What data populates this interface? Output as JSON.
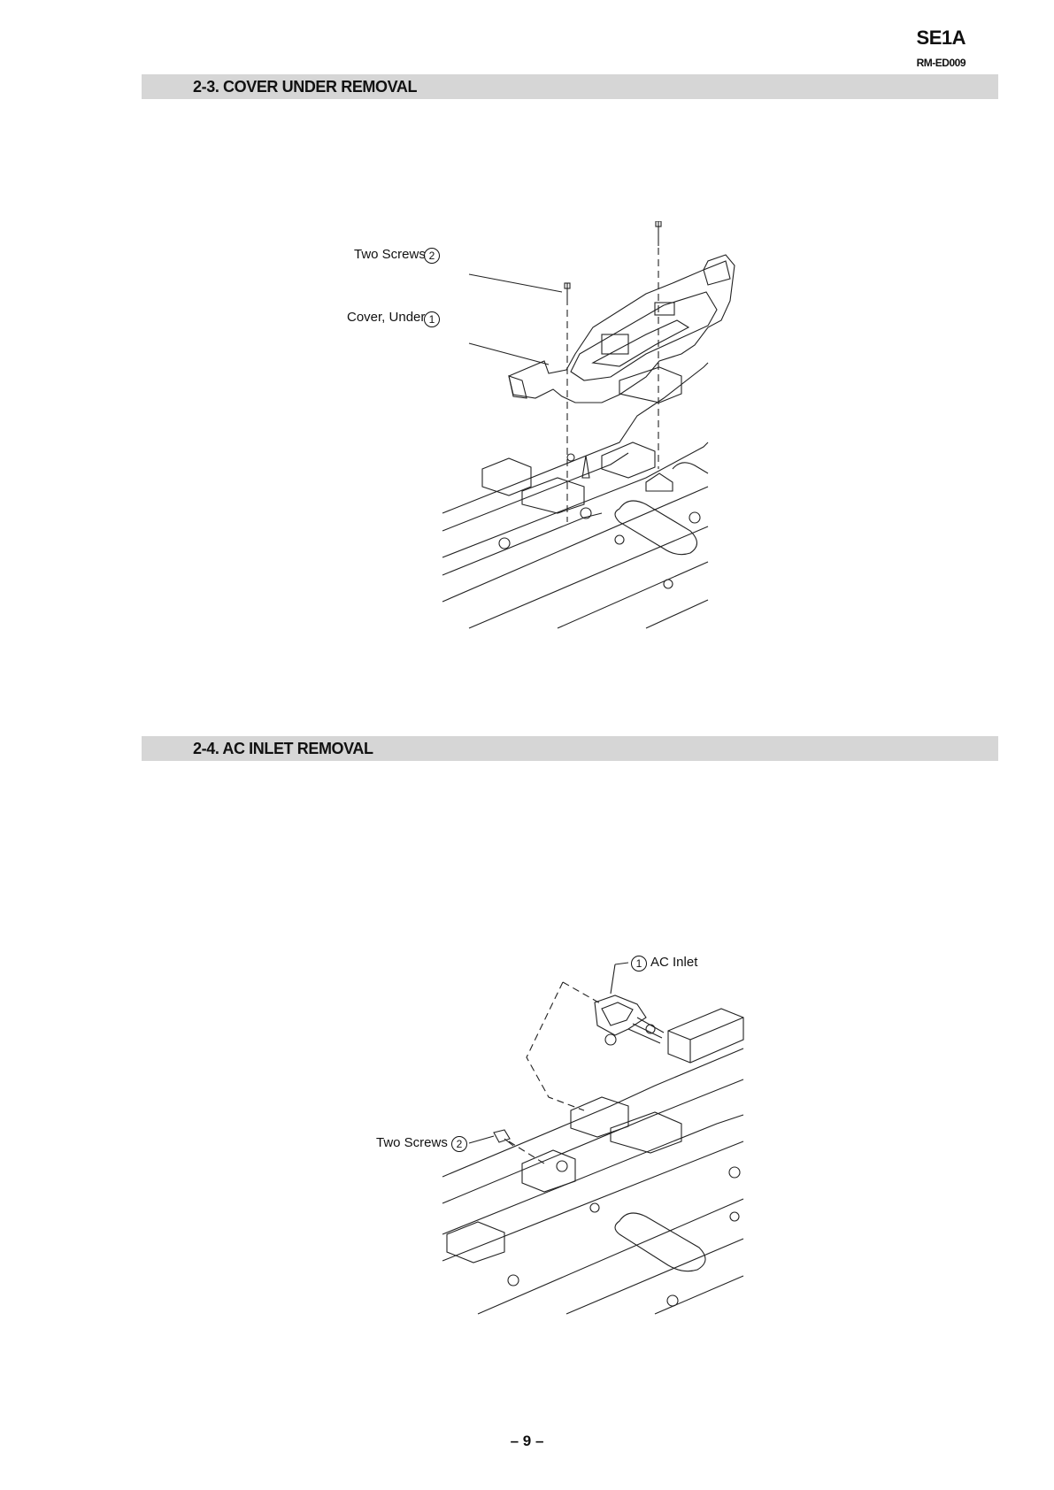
{
  "header": {
    "model": "SE1A",
    "manual": "RM-ED009"
  },
  "sections": [
    {
      "title": "2-3. COVER UNDER REMOVAL",
      "labels": [
        {
          "text": "Two Screws",
          "num": "2"
        },
        {
          "text": "Cover, Under",
          "num": "1"
        }
      ]
    },
    {
      "title": "2-4. AC INLET REMOVAL",
      "labels": [
        {
          "text": "AC Inlet",
          "num": "1"
        },
        {
          "text": "Two Screws",
          "num": "2"
        }
      ]
    }
  ],
  "footer": {
    "page": "– 9 –"
  }
}
